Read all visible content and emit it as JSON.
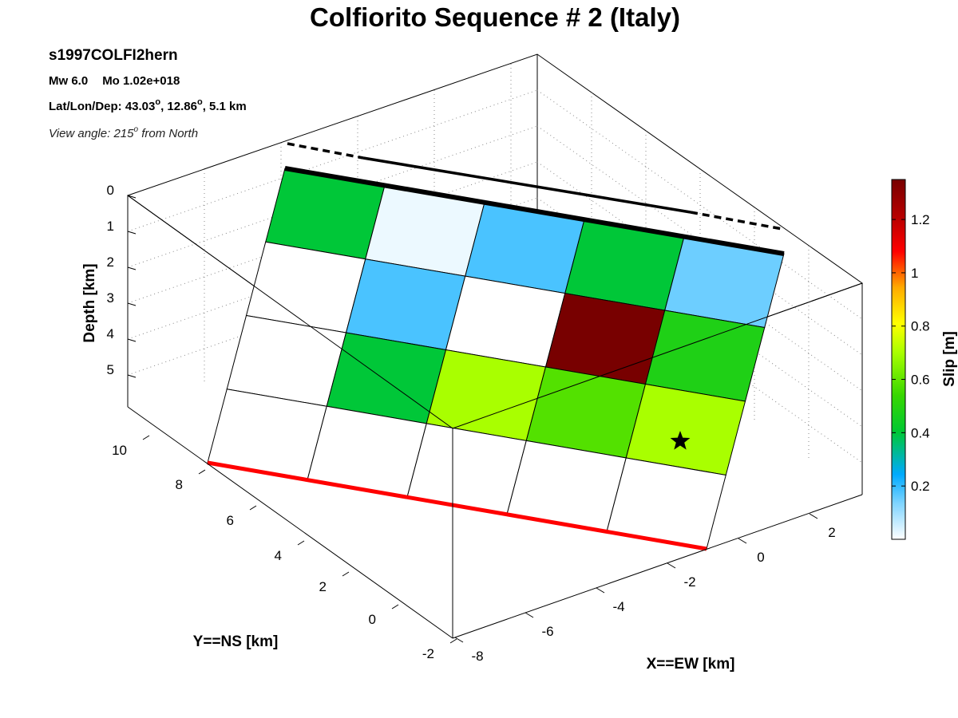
{
  "header": {
    "title": "Colfiorito Sequence # 2 (Italy)",
    "model_id": "s1997COLFI2hern",
    "line_mw": "Mw 6.0",
    "line_mo": "Mo 1.02e+018",
    "line_loc_prefix": "Lat/Lon/Dep: 43.03",
    "line_loc_lon": ", 12.86",
    "line_loc_dep": ", 5.1 km",
    "line_view_prefix": "View angle: 215",
    "line_view_suffix": " from North",
    "degree_mark": "o"
  },
  "chart_data": {
    "type": "heatmap",
    "title": "Colfiorito Sequence # 2 (Italy)",
    "xlabel": "X==EW [km]",
    "ylabel": "Y==NS [km]",
    "zlabel": "Depth [km]",
    "colorbar_label": "Slip [m]",
    "view_angle_from_north_deg": 215,
    "x_ticks": [
      "-8",
      "-6",
      "-4",
      "-2",
      "0",
      "2"
    ],
    "y_ticks": [
      "-2",
      "0",
      "2",
      "4",
      "6",
      "8",
      "10"
    ],
    "z_ticks": [
      "0",
      "1",
      "2",
      "3",
      "4",
      "5"
    ],
    "colorbar_ticks": [
      "0.2",
      "0.4",
      "0.6",
      "0.8",
      "1",
      "1.2"
    ],
    "colorbar_range": [
      0,
      1.35
    ],
    "slip_units": "m",
    "grid_rows": 4,
    "grid_cols": 5,
    "slip_grid": [
      [
        0.4,
        0.02,
        0.18,
        0.4,
        0.15
      ],
      [
        0.0,
        0.18,
        0.0,
        1.35,
        0.48
      ],
      [
        0.0,
        0.4,
        0.7,
        0.58,
        0.7
      ],
      [
        0.0,
        0.0,
        0.0,
        0.0,
        0.0
      ]
    ],
    "hypocenter_cell": {
      "row": 2,
      "col": 4
    },
    "fault_top_edge_color": "#000000",
    "fault_bottom_edge_color": "#ff0000",
    "grid": true
  }
}
